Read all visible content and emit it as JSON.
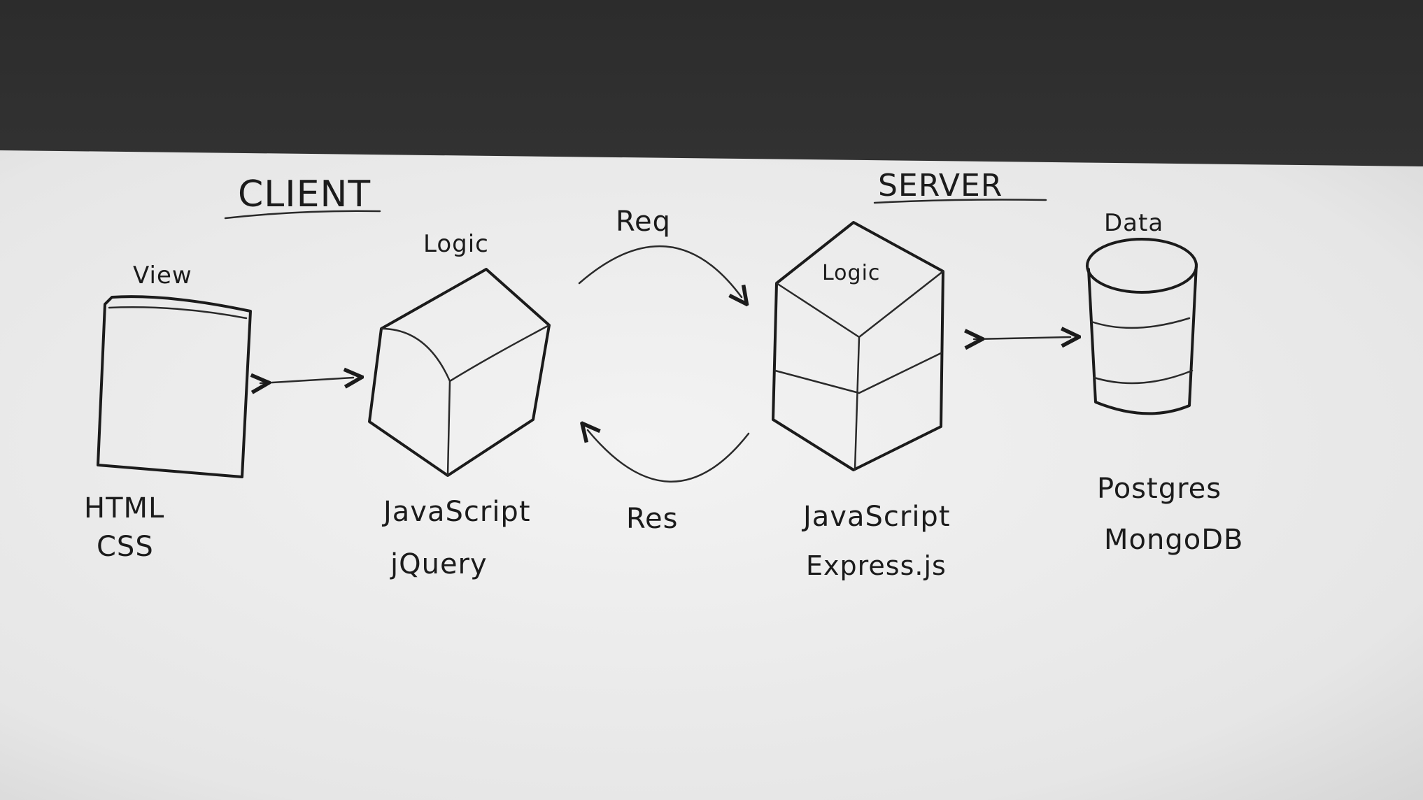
{
  "headings": {
    "client": "CLIENT",
    "server": "SERVER"
  },
  "client": {
    "view": {
      "title": "View",
      "tech": [
        "HTML",
        "CSS"
      ]
    },
    "logic": {
      "title": "Logic",
      "tech": [
        "JavaScript",
        "jQuery"
      ]
    }
  },
  "exchange": {
    "request": "Req",
    "response": "Res"
  },
  "server": {
    "logic": {
      "title": "Logic",
      "tech": [
        "JavaScript",
        "Express.js"
      ]
    },
    "data": {
      "title": "Data",
      "tech": [
        "Postgres",
        "MongoDB"
      ]
    }
  },
  "colors": {
    "ink": "#1b1b1b",
    "board": "#ededed",
    "frame": "#1a1a1a"
  }
}
